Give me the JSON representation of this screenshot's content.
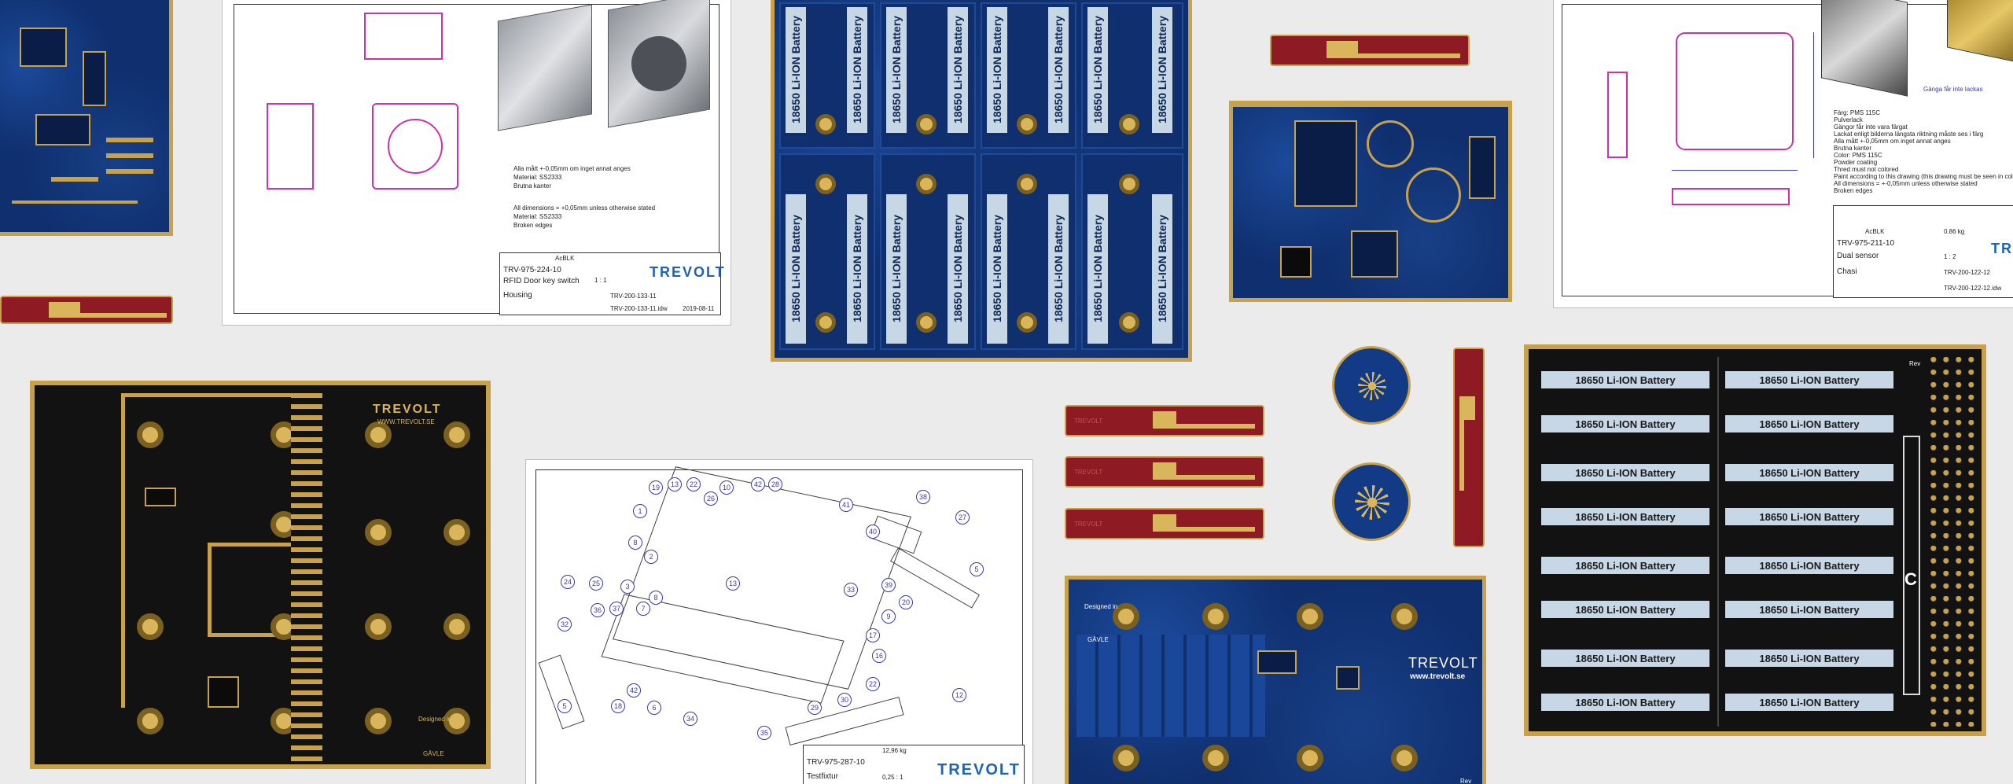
{
  "scene": {
    "background": "#ebebeb",
    "colors": {
      "pcb_blue": "#0f2f6e",
      "pcb_black": "#121212",
      "pcb_red": "#8e1b23",
      "gold": "#c8a24a",
      "battery_label": "#c8d7e6",
      "brand": "#1f63b8"
    }
  },
  "batteries": {
    "label": "18650 Li-ION Battery"
  },
  "drawing_housing": {
    "notes_sv": [
      "Alla mått +-0,05mm om inget annat anges",
      "Material: SS2333",
      "Brutna kanter"
    ],
    "notes_en": [
      "All dimensions = +0,05mm unless otherwise stated",
      "Material: SS2333",
      "Broken edges"
    ],
    "part_number": "TRV-975-224-10",
    "description": "RFID Door key switch",
    "title": "Housing",
    "drawing_number": "TRV-200-133-11",
    "file": "TRV-200-133-11.idw",
    "date": "2019-08-11",
    "scale": "1 : 1",
    "finish": "AcBLK",
    "brand": "TREVOLT"
  },
  "drawing_chassis": {
    "notes": [
      "Färg: PMS 115C",
      "Pulverlack",
      "Gängor får inte vara färgat",
      "Lackat enligt bilderna längsta riktning måste ses i färg",
      "Alla mått +-0,05mm om inget annat anges",
      "Brutna kanter",
      "Color: PMS 115C",
      "Powder coating",
      "Thred must not colored",
      "Paint according to this drawing (this drawing must be seen in color)",
      "All dimensions = +-0,05mm unless otherwise stated",
      "Broken edges"
    ],
    "note_right": "Gänga får inte lackas",
    "part_number": "TRV-975-211-10",
    "description": "Dual sensor",
    "title": "Chasi",
    "drawing_number": "TRV-200-122-12",
    "file": "TRV-200-122-12.idw",
    "scale": "1 : 2",
    "finish": "AcBLK",
    "weight": "0.86 kg",
    "brand": "TREV"
  },
  "drawing_testfixture": {
    "part_number": "TRV-975-287-10",
    "title": "Testfixtur",
    "weight": "12,96 kg",
    "scale": "0,25 : 1",
    "brand": "TREVOLT",
    "balloons": [
      "19",
      "13",
      "22",
      "10",
      "26",
      "42",
      "28",
      "41",
      "1",
      "8",
      "2",
      "40",
      "38",
      "27",
      "3",
      "13",
      "36",
      "37",
      "7",
      "8",
      "5",
      "33",
      "39",
      "20",
      "9",
      "17",
      "16",
      "22",
      "30",
      "12",
      "24",
      "25",
      "32",
      "42",
      "18",
      "6",
      "29",
      "34",
      "35",
      "5"
    ]
  },
  "pcb_black_left": {
    "brand": "TREVOLT",
    "url": "WWW.TREVOLT.SE",
    "designed_in": "Designed in",
    "city": "GÄVLE"
  },
  "pcb_blue_bottom": {
    "brand": "TREVOLT",
    "url": "www.trevolt.se",
    "designed_in": "Designed in",
    "city": "GÄVLE",
    "rev": "Rev"
  },
  "pcb_red_strips": {
    "brand": "TREVOLT"
  },
  "pcb_black_right": {
    "rev": "Rev",
    "mark": "C"
  }
}
